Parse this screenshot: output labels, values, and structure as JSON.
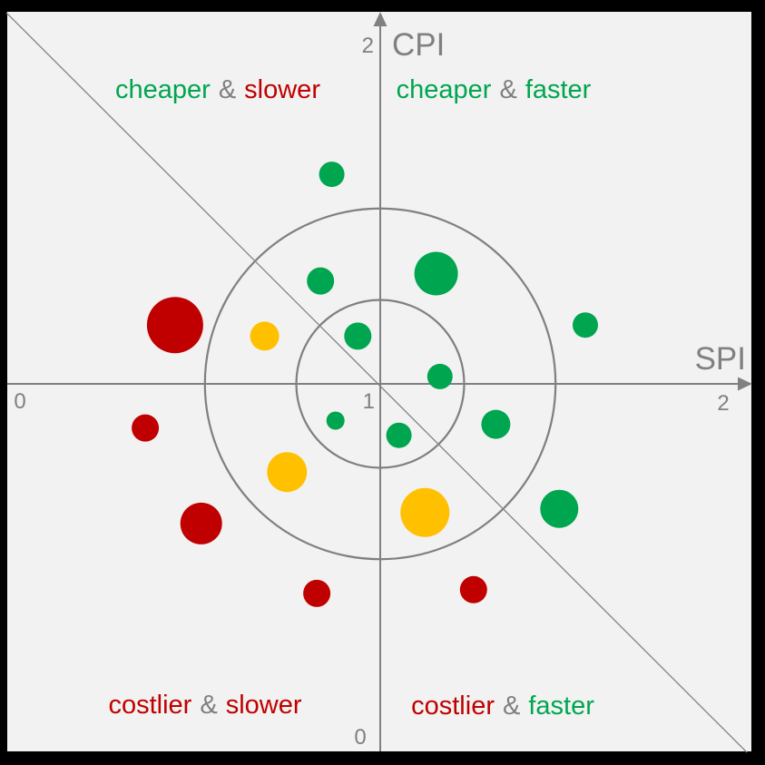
{
  "colors": {
    "green": "#00A64F",
    "red": "#C00000",
    "yellow": "#FFC000",
    "axis_gray": "#808080",
    "diagonal_gray": "#8A8A8A",
    "plot_background": "#F2F2F2",
    "frame": "#000000"
  },
  "chart_data": {
    "type": "scatter",
    "title": "",
    "xlabel": "SPI",
    "ylabel": "CPI",
    "xlim": [
      0,
      2
    ],
    "ylim": [
      0,
      2
    ],
    "x_ticks": [
      0,
      1,
      2
    ],
    "y_ticks": [
      0,
      1,
      2
    ],
    "tick_labels": {
      "x_left": "0",
      "x_right": "2",
      "y_top": "2",
      "y_bottom": "0",
      "center": "1"
    },
    "grid": false,
    "legend": "none",
    "reference_circles": {
      "center": [
        1,
        1
      ],
      "radius_units": [
        0.225,
        0.47
      ]
    },
    "diagonal_line": {
      "from": [
        0,
        2
      ],
      "to": [
        2,
        0
      ]
    },
    "quadrant_labels": [
      {
        "position": "top-left",
        "word1": "cheaper",
        "word1_color": "#00A64F",
        "amp": "&",
        "word2": "slower",
        "word2_color": "#C00000"
      },
      {
        "position": "top-right",
        "word1": "cheaper",
        "word1_color": "#00A64F",
        "amp": "&",
        "word2": "faster",
        "word2_color": "#00A64F"
      },
      {
        "position": "bottom-left",
        "word1": "costlier",
        "word1_color": "#C00000",
        "amp": "&",
        "word2": "slower",
        "word2_color": "#C00000"
      },
      {
        "position": "bottom-right",
        "word1": "costlier",
        "word1_color": "#C00000",
        "amp": "&",
        "word2": "faster",
        "word2_color": "#00A64F"
      }
    ],
    "series": [
      {
        "name": "green",
        "color": "#00A64F",
        "points": [
          {
            "spi": 0.87,
            "cpi": 1.57,
            "size": 14
          },
          {
            "spi": 0.84,
            "cpi": 1.28,
            "size": 15
          },
          {
            "spi": 1.15,
            "cpi": 1.3,
            "size": 24
          },
          {
            "spi": 1.55,
            "cpi": 1.16,
            "size": 14
          },
          {
            "spi": 0.94,
            "cpi": 1.13,
            "size": 15
          },
          {
            "spi": 1.16,
            "cpi": 1.02,
            "size": 14
          },
          {
            "spi": 0.88,
            "cpi": 0.9,
            "size": 10
          },
          {
            "spi": 1.05,
            "cpi": 0.86,
            "size": 14
          },
          {
            "spi": 1.31,
            "cpi": 0.89,
            "size": 16
          },
          {
            "spi": 1.48,
            "cpi": 0.66,
            "size": 21
          }
        ]
      },
      {
        "name": "yellow",
        "color": "#FFC000",
        "points": [
          {
            "spi": 0.69,
            "cpi": 1.13,
            "size": 16
          },
          {
            "spi": 0.75,
            "cpi": 0.76,
            "size": 22
          },
          {
            "spi": 1.12,
            "cpi": 0.65,
            "size": 27
          }
        ]
      },
      {
        "name": "red",
        "color": "#C00000",
        "points": [
          {
            "spi": 0.45,
            "cpi": 1.16,
            "size": 31
          },
          {
            "spi": 0.37,
            "cpi": 0.88,
            "size": 15
          },
          {
            "spi": 0.52,
            "cpi": 0.62,
            "size": 23
          },
          {
            "spi": 0.83,
            "cpi": 0.43,
            "size": 15
          },
          {
            "spi": 1.25,
            "cpi": 0.44,
            "size": 15
          }
        ]
      }
    ]
  }
}
